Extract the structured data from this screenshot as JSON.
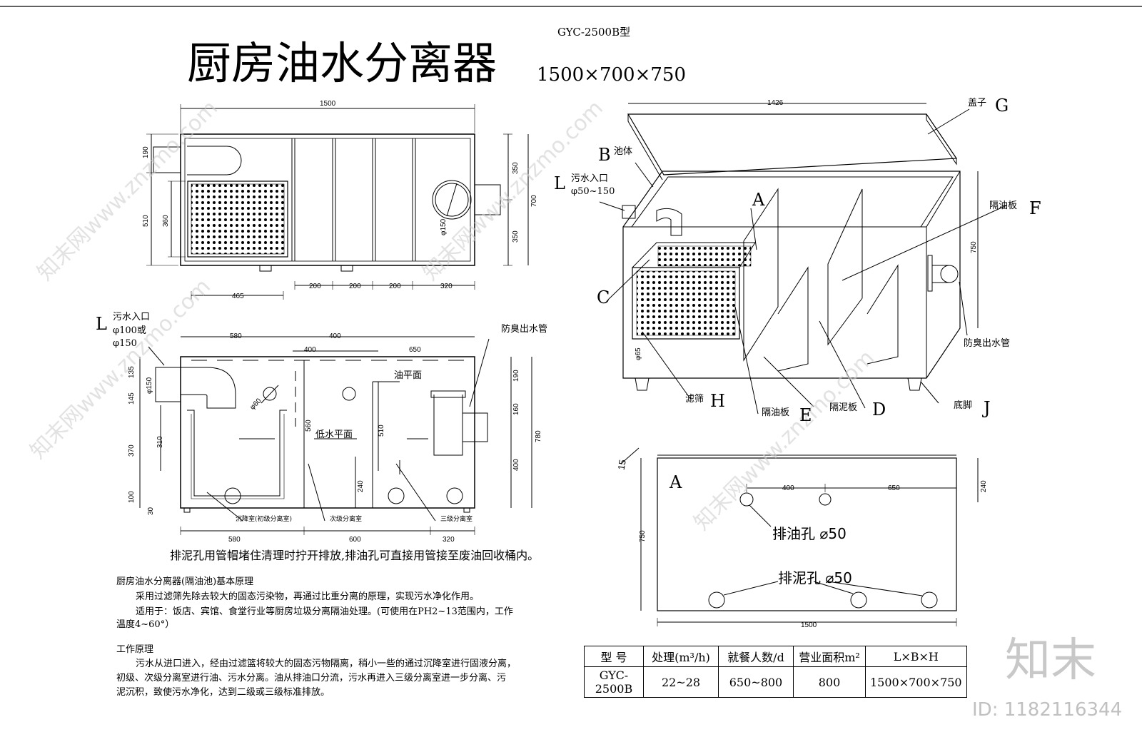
{
  "header": {
    "model_tag": "GYC-2500B型",
    "title": "厨房油水分离器",
    "title_dims": "1500×700×750"
  },
  "top_view": {
    "dim_total": "1500",
    "dim_190": "190",
    "dim_510": "510",
    "dim_360": "360",
    "dim_350a": "350",
    "dim_350b": "350",
    "dim_700": "700",
    "dim_phi150": "φ150",
    "dim_465": "465",
    "dim_200a": "200",
    "dim_200b": "200",
    "dim_200c": "200",
    "dim_320": "320"
  },
  "section_view": {
    "inlet_letter": "L",
    "inlet_label": "污水入口",
    "inlet_size1": "φ100或",
    "inlet_size2": "φ150",
    "odor_outlet": "防臭出水管",
    "dim_580": "580",
    "dim_400a": "400",
    "dim_400b": "400",
    "dim_650": "650",
    "dim_135": "135",
    "dim_phi150": "φ150",
    "dim_145": "145",
    "dim_310": "310",
    "dim_370": "370",
    "dim_100": "100",
    "dim_30": "30",
    "dim_phi60": "φ60",
    "dim_560": "560",
    "dim_510": "510",
    "dim_240": "240",
    "dim_190": "190",
    "dim_160": "160",
    "dim_400c": "400",
    "dim_780": "780",
    "oil_level": "油平面",
    "low_level": "低水平面",
    "room1": "沉降室(初级分离室)",
    "room2": "次级分离室",
    "room3": "三级分离室",
    "dim_580b": "580",
    "dim_600": "600",
    "dim_320": "320"
  },
  "iso_view": {
    "dim_1426": "1426",
    "cover": "盖子",
    "cover_letter": "G",
    "body_letter": "B",
    "body": "池体",
    "inlet_letter": "L",
    "inlet": "污水入口",
    "inlet_size": "φ50~150",
    "a_letter": "A",
    "oil_board": "隔油板",
    "f_letter": "F",
    "dim_750": "750",
    "c_letter": "C",
    "odor_outlet": "防臭出水管",
    "dim_phi65": "φ65",
    "filter": "滤筛",
    "h_letter": "H",
    "oil_board2": "隔油板",
    "e_letter": "E",
    "mud_board": "隔泥板",
    "d_letter": "D",
    "foot": "底脚",
    "j_letter": "J"
  },
  "plate_view": {
    "dim_15": "15",
    "a_letter": "A",
    "dim_400": "400",
    "dim_650": "650",
    "dim_240": "240",
    "dim_750": "750",
    "oil_hole": "排油孔 ⌀50",
    "mud_hole": "排泥孔 ⌀50",
    "dim_1500": "1500"
  },
  "notes": {
    "instruction": "排泥孔用管帽堵住清理时拧开排放,排油孔可直接用管接至废油回收桶内。",
    "principle_title": "厨房油水分离器(隔油池)基本原理",
    "principle_1": "采用过滤筛先除去较大的固态污染物，再通过比重分离的原理，实现污水净化作用。",
    "principle_2": "适用于：饭店、宾馆、食堂行业等厨房垃圾分离隔油处理。(可使用在PH2~13范围内，工作",
    "principle_3": "温度4~60°）",
    "work_title": "工作原理",
    "work_1": "污水从进口进入，经由过滤篮将较大的固态污物隔离，稍小一些的通过沉降室进行固液分离，",
    "work_2": "初级、次级分离室进行油、污水分离。油从排油口分流，污水再进入三级分离室进一步分离、污",
    "work_3": "泥沉积，致使污水净化，达到二级或三级标准排放。"
  },
  "spec_table": {
    "headers": [
      "型 号",
      "处理(m³/h)",
      "就餐人数/d",
      "营业面积m²",
      "L×B×H"
    ],
    "row": [
      "GYC-2500B",
      "22~28",
      "650~800",
      "800",
      "1500×700×750"
    ]
  },
  "watermark": {
    "logo": "知末",
    "id": "ID: 1182116344",
    "site": "知末网www.znzmo.com"
  }
}
